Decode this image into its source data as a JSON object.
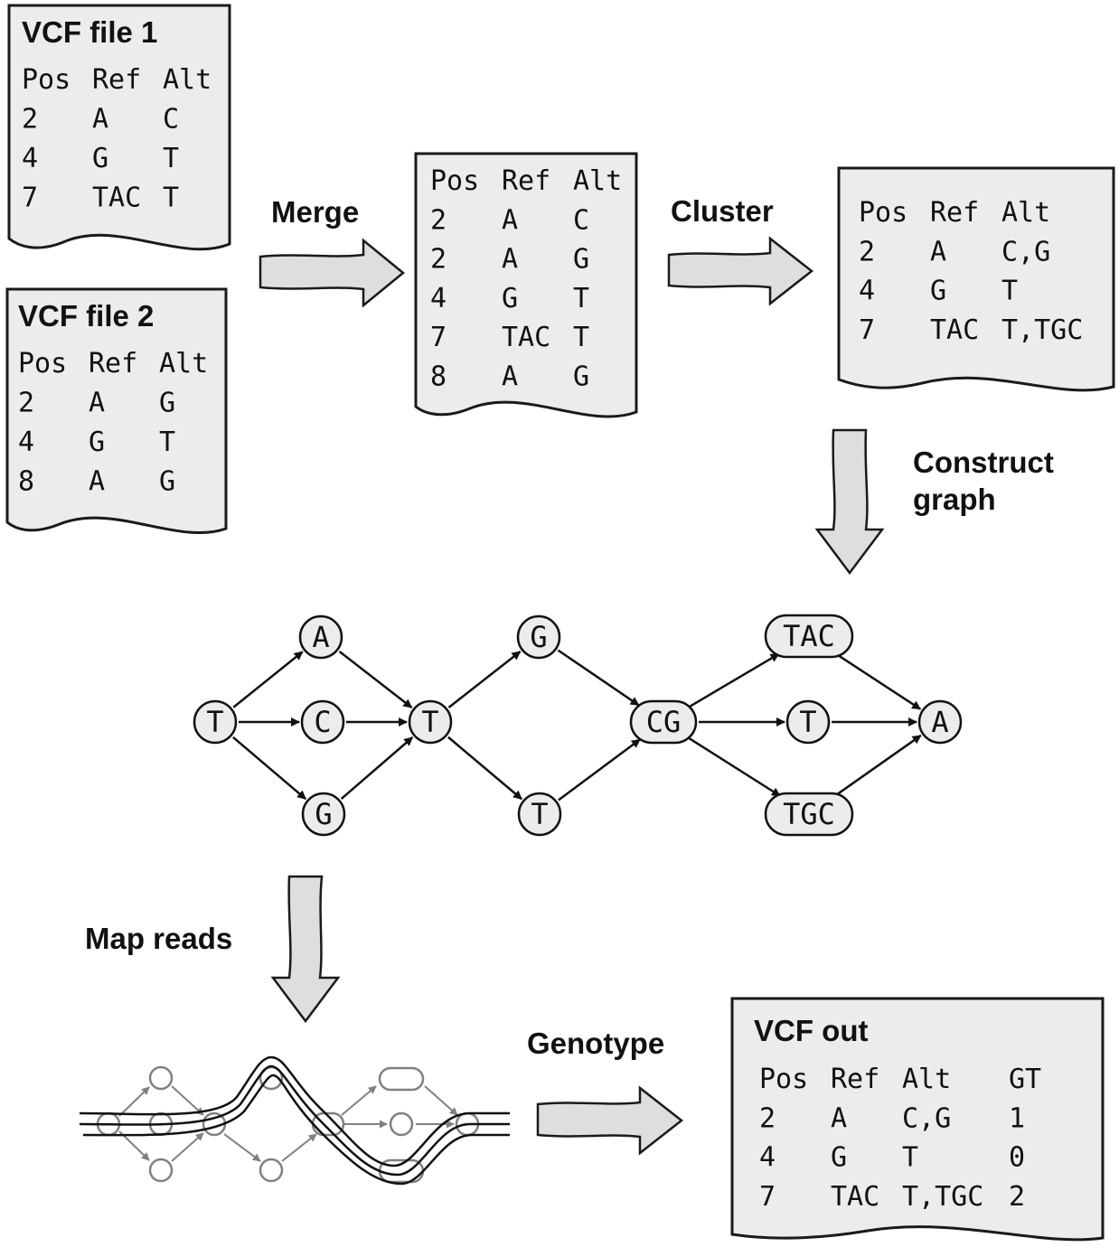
{
  "steps": {
    "merge": "Merge",
    "cluster": "Cluster",
    "construct_graph": [
      "Construct",
      "graph"
    ],
    "map_reads": "Map reads",
    "genotype": "Genotype"
  },
  "vcf_file1": {
    "title": "VCF file 1",
    "header": [
      "Pos",
      "Ref",
      "Alt"
    ],
    "rows": [
      [
        "2",
        "A",
        "C"
      ],
      [
        "4",
        "G",
        "T"
      ],
      [
        "7",
        "TAC",
        "T"
      ]
    ]
  },
  "vcf_file2": {
    "title": "VCF file 2",
    "header": [
      "Pos",
      "Ref",
      "Alt"
    ],
    "rows": [
      [
        "2",
        "A",
        "G"
      ],
      [
        "4",
        "G",
        "T"
      ],
      [
        "8",
        "A",
        "G"
      ]
    ]
  },
  "merged": {
    "header": [
      "Pos",
      "Ref",
      "Alt"
    ],
    "rows": [
      [
        "2",
        "A",
        "C"
      ],
      [
        "2",
        "A",
        "G"
      ],
      [
        "4",
        "G",
        "T"
      ],
      [
        "7",
        "TAC",
        "T"
      ],
      [
        "8",
        "A",
        "G"
      ]
    ]
  },
  "clustered": {
    "header": [
      "Pos",
      "Ref",
      "Alt"
    ],
    "rows": [
      [
        "2",
        "A",
        "C,G"
      ],
      [
        "4",
        "G",
        "T"
      ],
      [
        "7",
        "TAC",
        "T,TGC"
      ]
    ]
  },
  "vcf_out": {
    "title": "VCF out",
    "header": [
      "Pos",
      "Ref",
      "Alt",
      "GT"
    ],
    "rows": [
      [
        "2",
        "A",
        "C,G",
        "1"
      ],
      [
        "4",
        "G",
        "T",
        "0"
      ],
      [
        "7",
        "TAC",
        "T,TGC",
        "2"
      ]
    ]
  },
  "graph": {
    "nodes": [
      {
        "id": "n1",
        "label": "T"
      },
      {
        "id": "n2",
        "label": "A"
      },
      {
        "id": "n3",
        "label": "C"
      },
      {
        "id": "n4",
        "label": "G"
      },
      {
        "id": "n5",
        "label": "T"
      },
      {
        "id": "n6",
        "label": "G"
      },
      {
        "id": "n7",
        "label": "T"
      },
      {
        "id": "n8",
        "label": "CG"
      },
      {
        "id": "n9",
        "label": "TAC"
      },
      {
        "id": "n10",
        "label": "T"
      },
      {
        "id": "n11",
        "label": "TGC"
      },
      {
        "id": "n12",
        "label": "A"
      }
    ],
    "edges": [
      [
        "n1",
        "n2"
      ],
      [
        "n1",
        "n3"
      ],
      [
        "n1",
        "n4"
      ],
      [
        "n2",
        "n5"
      ],
      [
        "n3",
        "n5"
      ],
      [
        "n4",
        "n5"
      ],
      [
        "n5",
        "n6"
      ],
      [
        "n5",
        "n7"
      ],
      [
        "n6",
        "n8"
      ],
      [
        "n7",
        "n8"
      ],
      [
        "n8",
        "n9"
      ],
      [
        "n8",
        "n10"
      ],
      [
        "n8",
        "n11"
      ],
      [
        "n9",
        "n12"
      ],
      [
        "n10",
        "n12"
      ],
      [
        "n11",
        "n12"
      ]
    ]
  }
}
